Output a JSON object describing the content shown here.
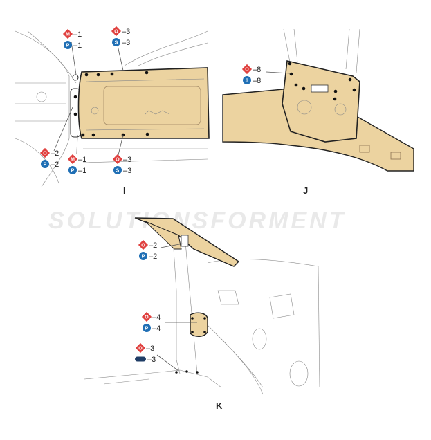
{
  "colors": {
    "panel_fill": "#ecd3a0",
    "outline": "#222222",
    "weld_o": "#e0413f",
    "weld_p": "#1f6fb5",
    "weld_s": "#1f6fb5",
    "sealer": "#1f3d66"
  },
  "watermark": "SOLUTIONSFORMENT",
  "views": [
    {
      "id": "I",
      "caption": "I",
      "callouts": [
        {
          "symbol": "M",
          "shape": "diamond-red",
          "value": "1"
        },
        {
          "symbol": "P",
          "shape": "circle-blue",
          "value": "1"
        },
        {
          "symbol": "O",
          "shape": "diamond-red",
          "value": "3"
        },
        {
          "symbol": "S",
          "shape": "circle-blue",
          "value": "3"
        },
        {
          "symbol": "O",
          "shape": "diamond-red",
          "value": "2"
        },
        {
          "symbol": "P",
          "shape": "circle-blue",
          "value": "2"
        },
        {
          "symbol": "M",
          "shape": "diamond-red",
          "value": "1"
        },
        {
          "symbol": "P",
          "shape": "circle-blue",
          "value": "1"
        },
        {
          "symbol": "O",
          "shape": "diamond-red",
          "value": "3"
        },
        {
          "symbol": "S",
          "shape": "circle-blue",
          "value": "3"
        }
      ]
    },
    {
      "id": "J",
      "caption": "J",
      "callouts": [
        {
          "symbol": "O",
          "shape": "diamond-red",
          "value": "8"
        },
        {
          "symbol": "S",
          "shape": "circle-blue",
          "value": "8"
        }
      ]
    },
    {
      "id": "K",
      "caption": "K",
      "callouts": [
        {
          "symbol": "O",
          "shape": "diamond-red",
          "value": "2"
        },
        {
          "symbol": "P",
          "shape": "circle-blue",
          "value": "2"
        },
        {
          "symbol": "O",
          "shape": "diamond-red",
          "value": "4"
        },
        {
          "symbol": "P",
          "shape": "circle-blue",
          "value": "4"
        },
        {
          "symbol": "O",
          "shape": "diamond-red",
          "value": "3"
        },
        {
          "symbol": "",
          "shape": "sealer-bar",
          "value": "3"
        }
      ]
    }
  ]
}
